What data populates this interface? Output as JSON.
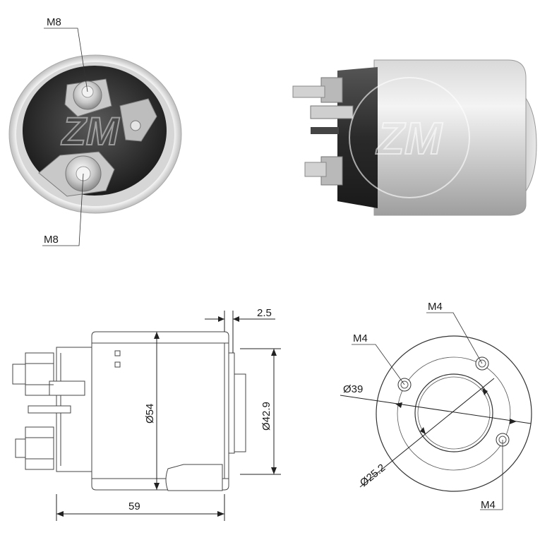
{
  "photo_front": {
    "label_top": "M8",
    "label_bottom": "M8"
  },
  "drawing_side": {
    "dim_length": "59",
    "dim_offset": "2.5",
    "dim_body_diameter": "Ø54",
    "dim_nose_diameter": "Ø42.9"
  },
  "drawing_end": {
    "label_hole_top": "M4",
    "label_hole_left": "M4",
    "label_hole_bottom": "M4",
    "dim_bolt_circle": "Ø39",
    "dim_bore": "Ø25.2"
  },
  "colors": {
    "line": "#222222",
    "housing_light": "#e9e9e9",
    "housing_dark": "#3a3a3a",
    "watermark": "#cfcfcf"
  },
  "watermark_icon": "zm-logo"
}
